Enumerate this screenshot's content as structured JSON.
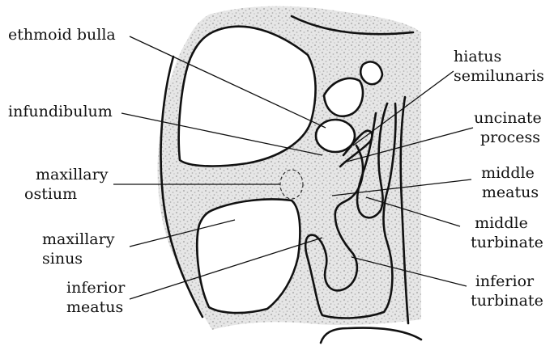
{
  "labels": {
    "ethmoid_bulla": "ethmoid bulla",
    "hiatus_semilunaris": [
      "hiatus",
      "semilunaris"
    ],
    "infundibulum": "infundibulum",
    "uncinate_process": [
      "uncinate",
      "process"
    ],
    "maxillary_ostium": [
      "maxillary",
      "ostium"
    ],
    "middle_meatus": [
      "middle",
      "meatus"
    ],
    "middle_turbinate": [
      "middle",
      "turbinate"
    ],
    "maxillary_sinus": [
      "maxillary",
      "sinus"
    ],
    "inferior_meatus": [
      "inferior",
      "meatus"
    ],
    "inferior_turbinate": [
      "inferior",
      "turbinate"
    ]
  },
  "colors": {
    "line": "#111111",
    "bone_fill": "#e4e4e4",
    "bone_speckle": "#b5b5b5"
  }
}
